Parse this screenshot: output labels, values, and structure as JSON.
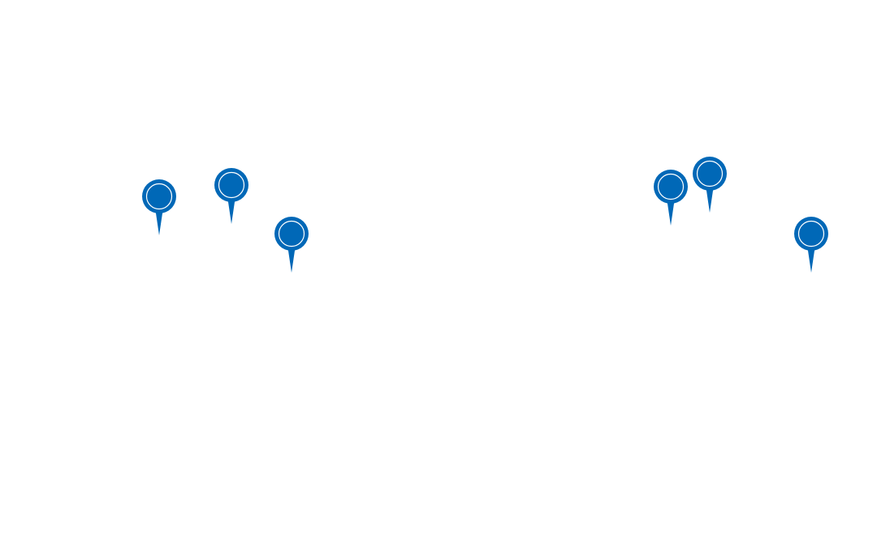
{
  "map": {
    "marker_color": "#0068b7",
    "marker_icon": "map-pin-icon",
    "markers": [
      {
        "id": "marker-1"
      },
      {
        "id": "marker-2"
      },
      {
        "id": "marker-3"
      },
      {
        "id": "marker-4"
      },
      {
        "id": "marker-5"
      },
      {
        "id": "marker-6"
      }
    ]
  }
}
